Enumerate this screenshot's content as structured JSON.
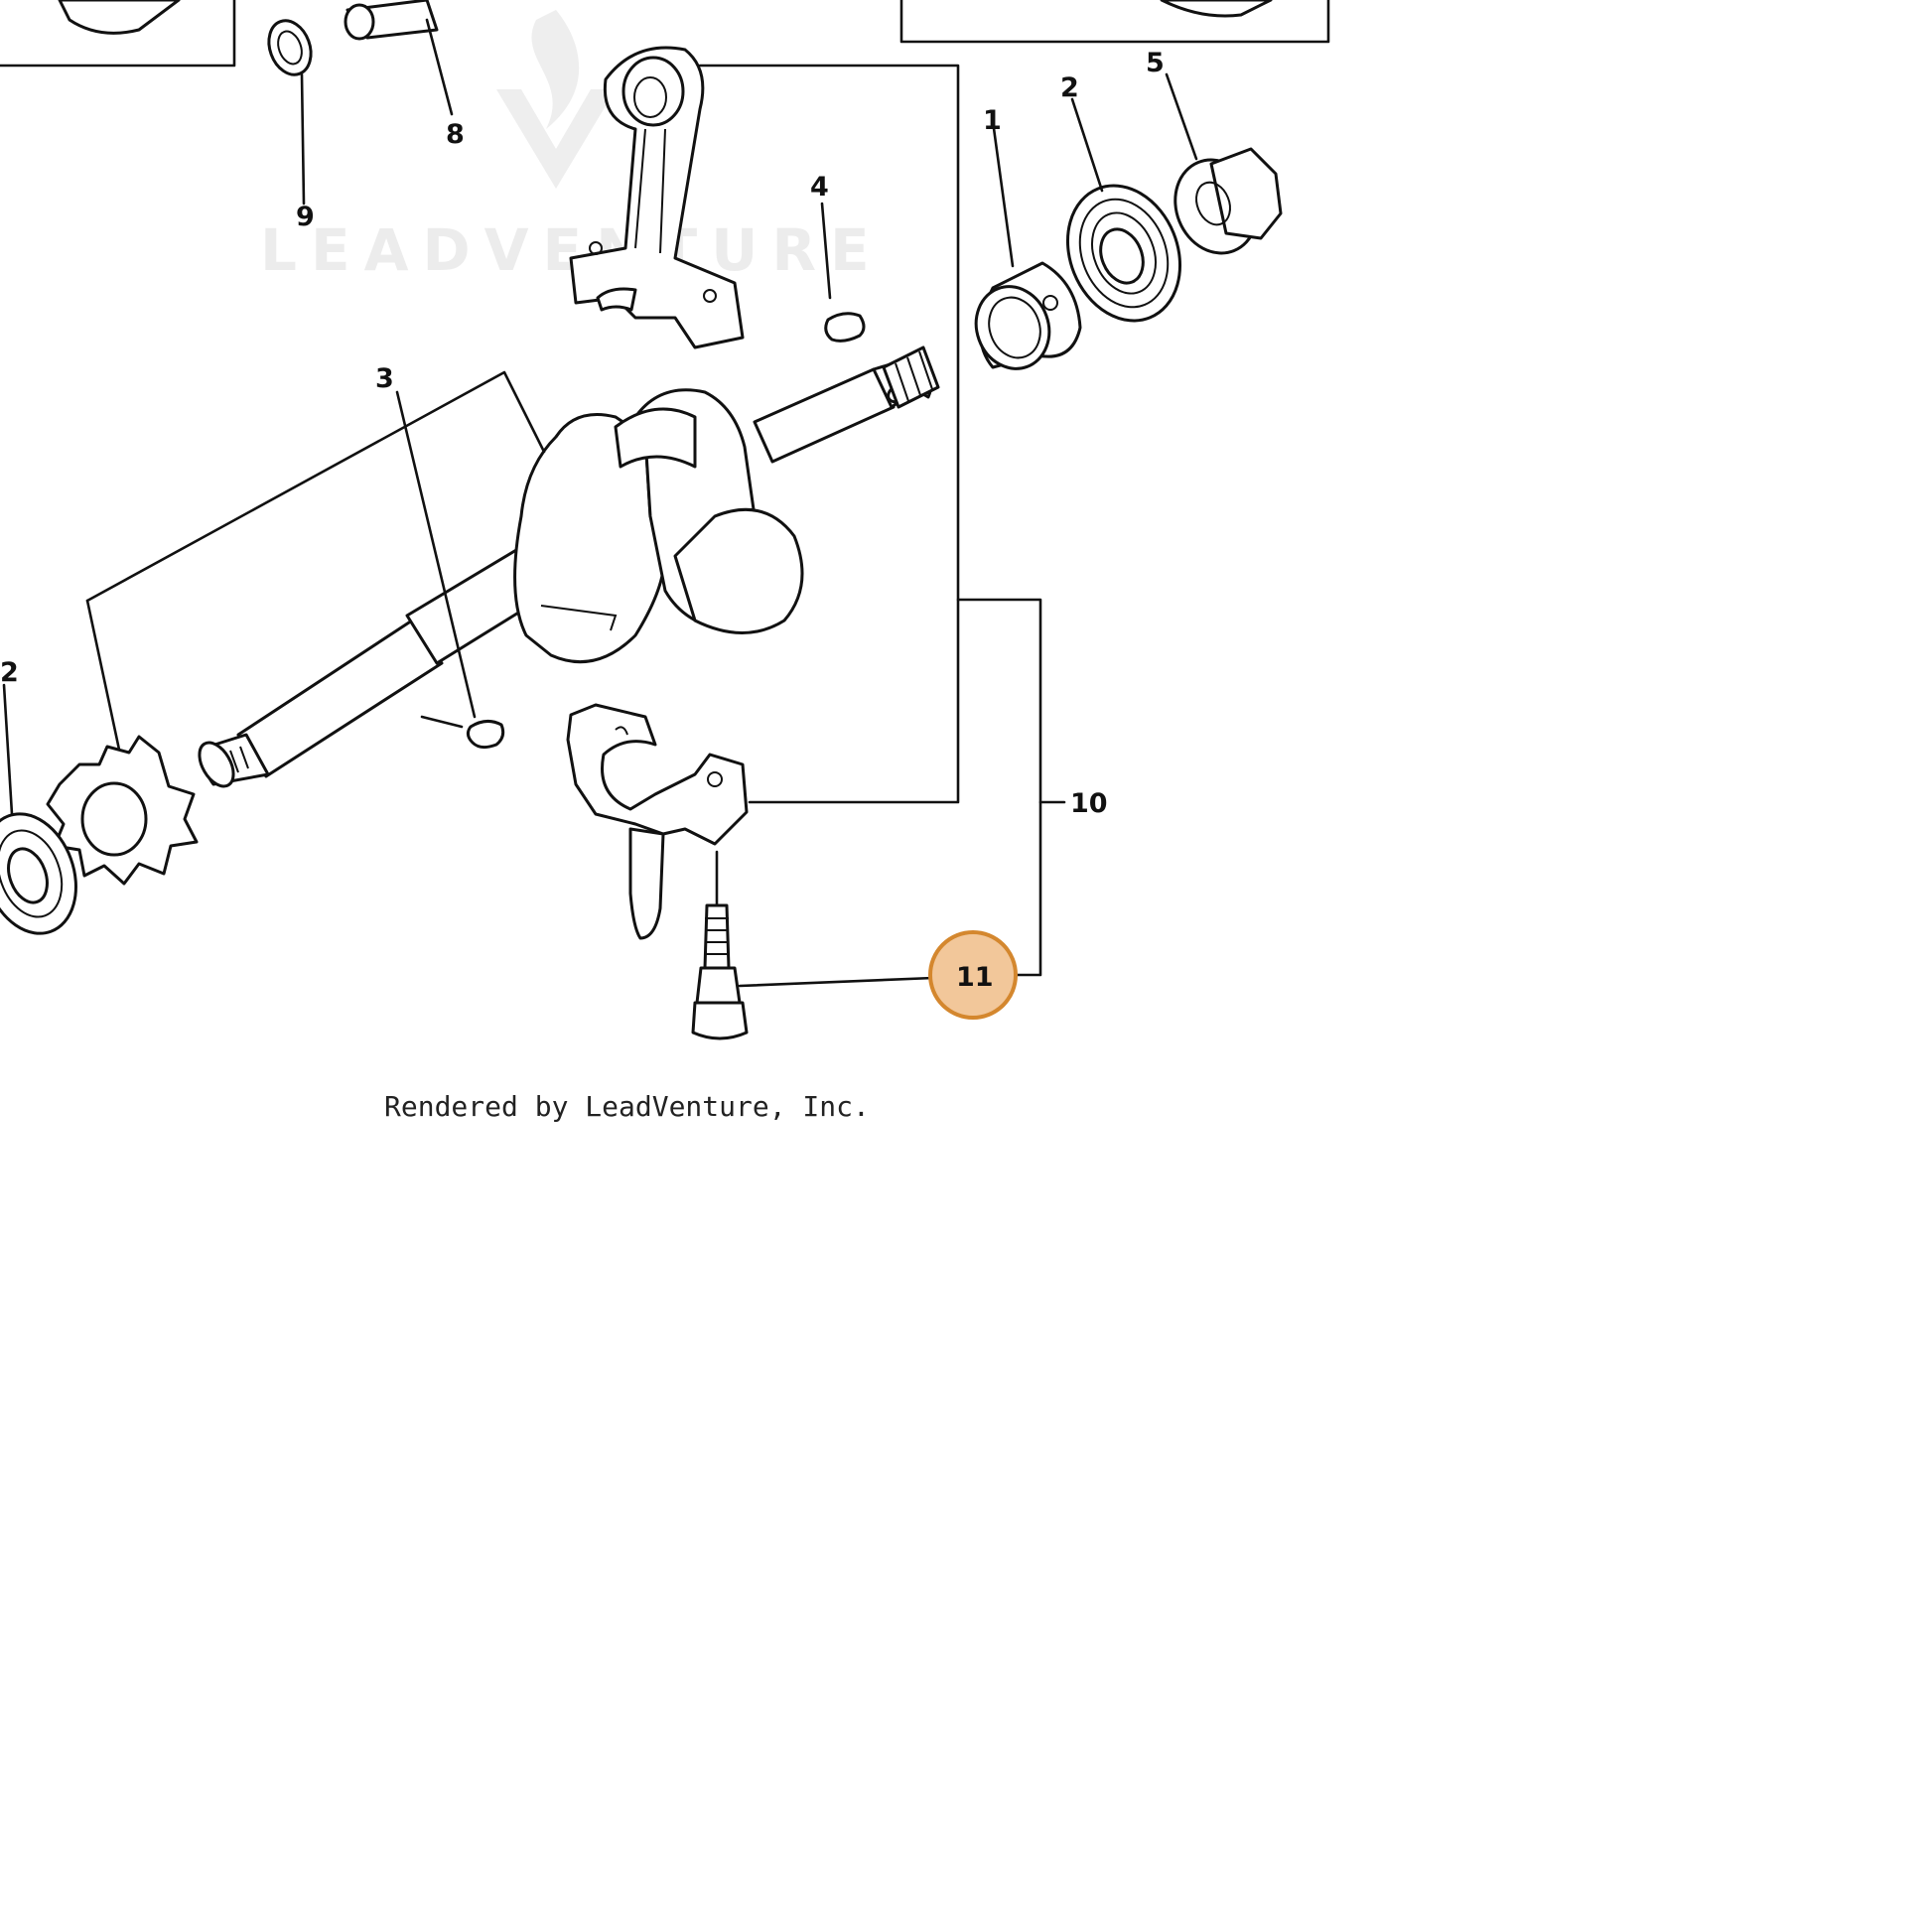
{
  "watermark": {
    "text": "LEADVENTURE"
  },
  "credit": "Rendered by LeadVenture, Inc.",
  "labels": {
    "p1": "1",
    "p2": "2",
    "p2left": "2",
    "p3": "3",
    "p4": "4",
    "p5": "5",
    "p8": "8",
    "p9": "9",
    "p10": "10",
    "p11": "11"
  },
  "highlight": {
    "part": "11",
    "fill_color": "#f2c79a",
    "ring_color": "#d4872e"
  }
}
